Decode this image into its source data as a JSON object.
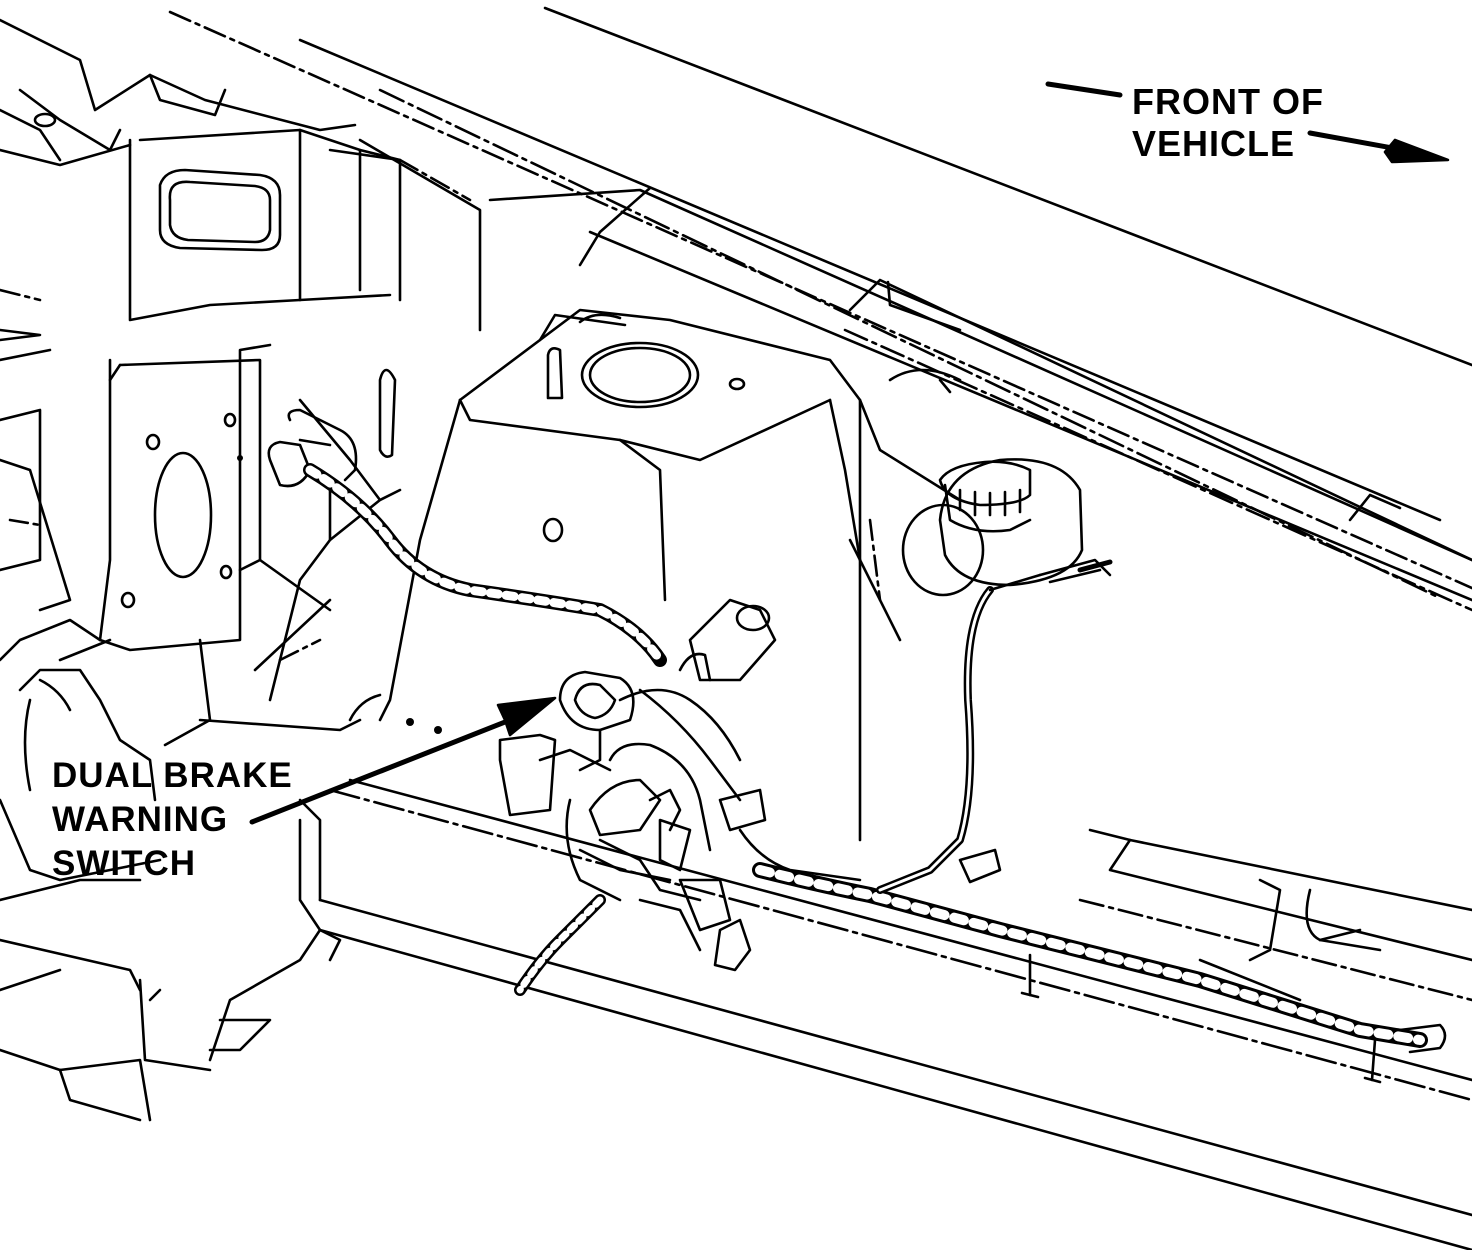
{
  "callouts": {
    "front_of_vehicle": {
      "line1": "FRONT OF",
      "line2": "VEHICLE"
    },
    "dual_brake_warning_switch": {
      "line1": "DUAL BRAKE",
      "line2": "WARNING",
      "line3": "SWITCH"
    }
  },
  "colors": {
    "line": "#000000",
    "background": "#ffffff"
  }
}
